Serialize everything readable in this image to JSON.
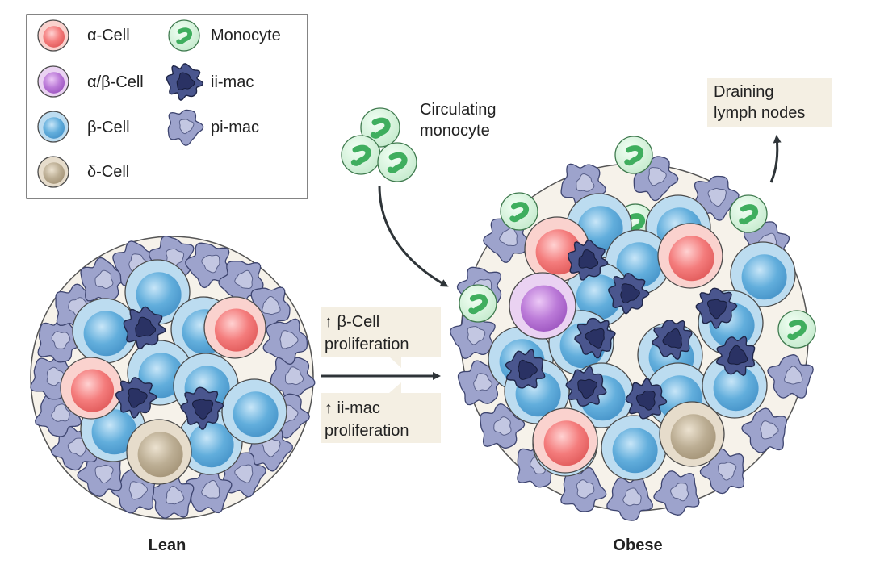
{
  "legend": {
    "items": [
      {
        "key": "alpha",
        "label": "α-Cell"
      },
      {
        "key": "alphabeta",
        "label": "α/β-Cell"
      },
      {
        "key": "beta",
        "label": "β-Cell"
      },
      {
        "key": "delta",
        "label": "δ-Cell"
      },
      {
        "key": "monocyte",
        "label": "Monocyte"
      },
      {
        "key": "iimac",
        "label": "ii-mac"
      },
      {
        "key": "pimac",
        "label": "pi-mac"
      }
    ]
  },
  "labels": {
    "circulating_line1": "Circulating",
    "circulating_line2": "monocyte",
    "draining_line1": "Draining",
    "draining_line2": "lymph nodes",
    "beta_prolif_line1": "↑ β-Cell",
    "beta_prolif_line2": "proliferation",
    "iimac_prolif_line1": "↑ ii-mac",
    "iimac_prolif_line2": "proliferation",
    "lean": "Lean",
    "obese": "Obese"
  },
  "colors": {
    "alpha": "#f07878",
    "alphabeta": "#b574d4",
    "beta": "#5aa8d8",
    "delta": "#b8a88c",
    "monocyte": "#5cc278",
    "iimac": "#3d4a80",
    "pimac": "#9aa0c8",
    "islet": "#f6f2ea",
    "label_box": "#f4efe3"
  }
}
